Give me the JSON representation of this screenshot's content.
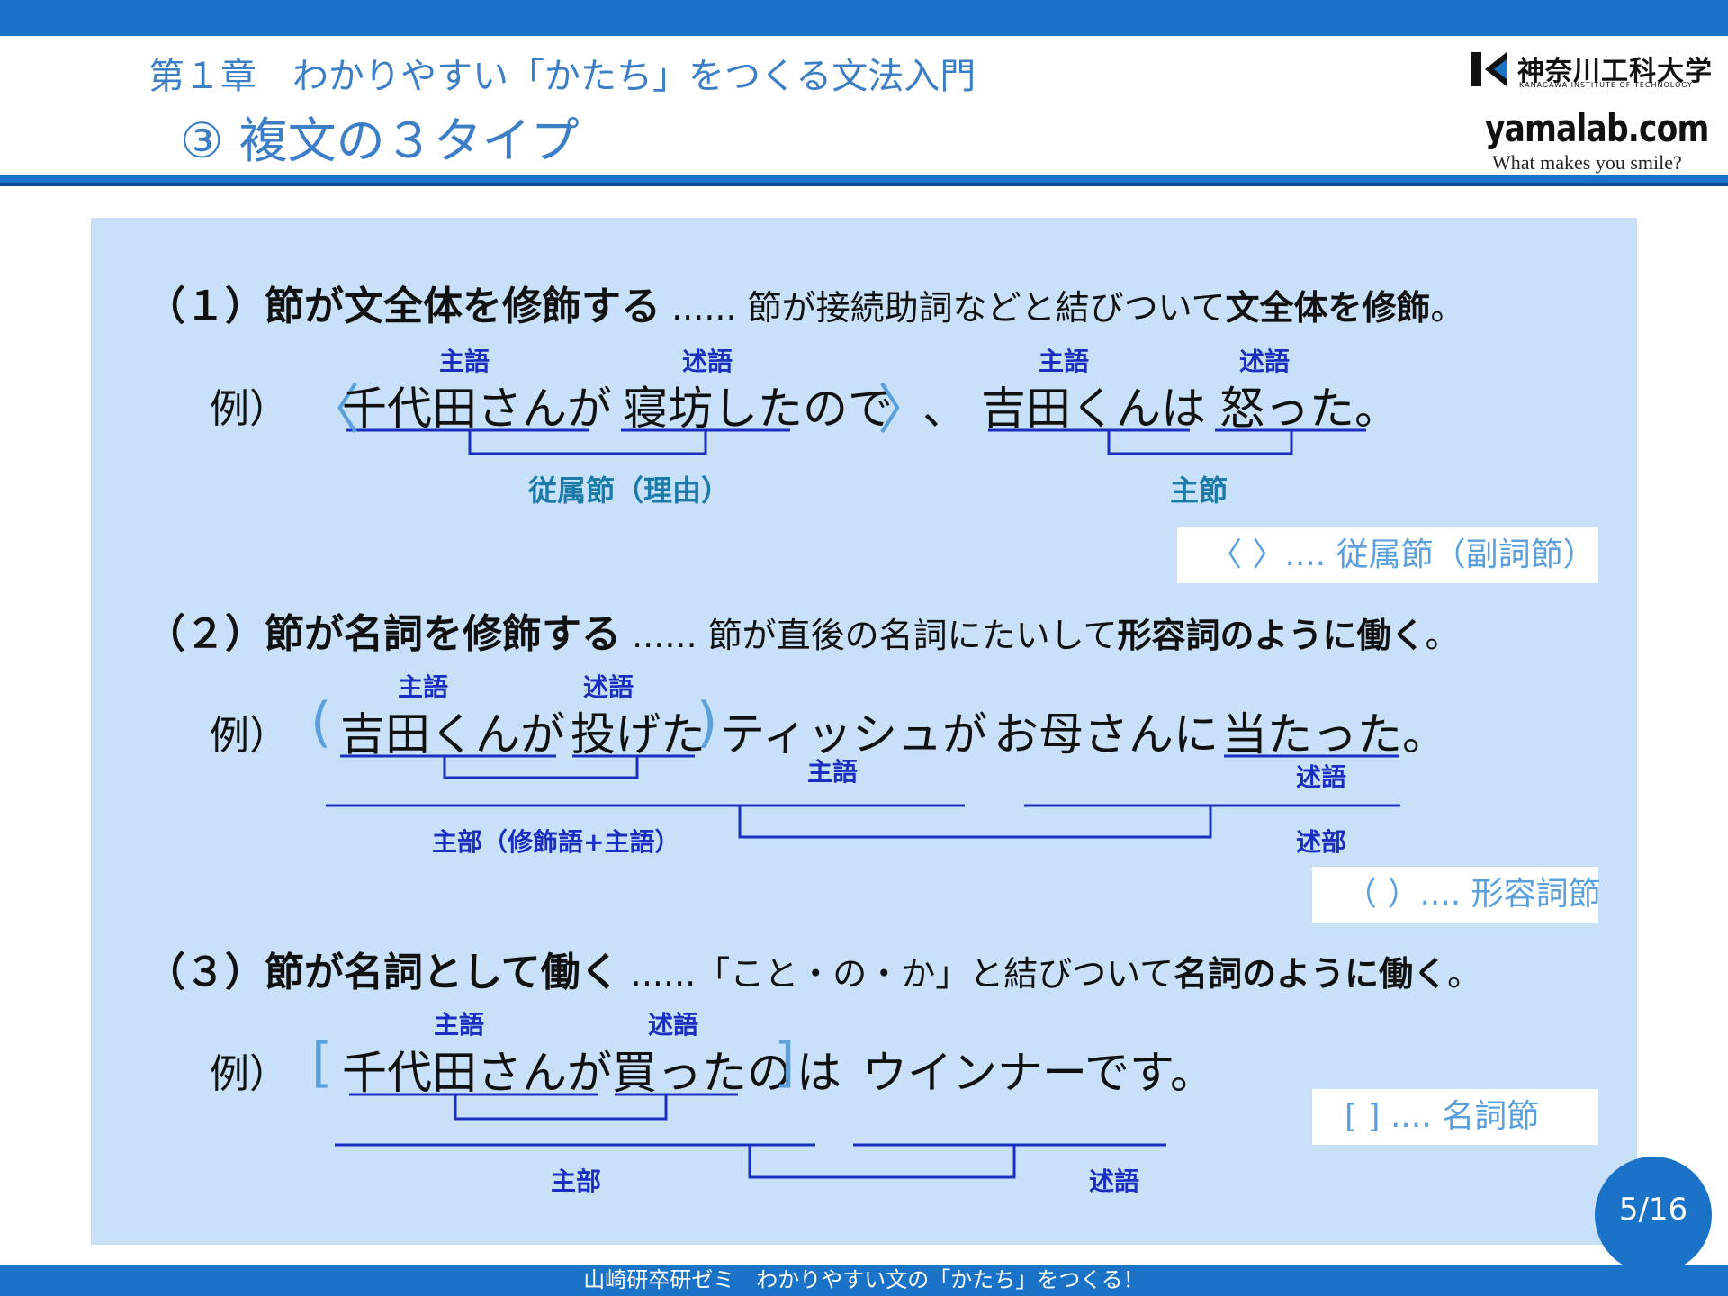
{
  "header": {
    "chapter": "第１章　わかりやすい「かたち」をつくる文法入門",
    "subtitle": "③ 複文の３タイプ",
    "logo_text": "神奈川工科大学",
    "logo_sub": "KANAGAWA INSTITUTE OF TECHNOLOGY",
    "site": "yamalab.com",
    "tagline": "What makes you smile?"
  },
  "section1": {
    "title": "（１）節が文全体を修飾する",
    "desc_plain": " ...... 節が接続助詞などと結びついて",
    "desc_bold": "文全体を修飾",
    "desc_end": "。",
    "example": "例）",
    "bracket_open": "〈",
    "bracket_close": "〉",
    "w1": "千代田さんが",
    "w2": "寝坊したので",
    "comma": "、",
    "w3": "吉田くんは",
    "w4": "怒った。",
    "subj": "主語",
    "pred": "述語",
    "clause_sub": "従属節（理由）",
    "clause_main": "主節",
    "legend": "〈 〉.... 従属節（副詞節）"
  },
  "section2": {
    "title": "（２）節が名詞を修飾する",
    "desc_plain": " ...... 節が直後の名詞にたいして",
    "desc_bold": "形容詞のように働く",
    "desc_end": "。",
    "example": "例）",
    "bracket_open": "(",
    "bracket_close": ")",
    "w1": "吉田くんが",
    "w2": "投げた",
    "w3": "ティッシュが",
    "w4": "お母さんに",
    "w5": "当たった。",
    "subj": "主語",
    "pred": "述語",
    "subj2": "主語",
    "pred2": "述語",
    "part_subj": "主部（修飾語+主語）",
    "part_pred": "述部",
    "legend": "（ ）.... 形容詞節"
  },
  "section3": {
    "title": "（３）節が名詞として働く",
    "desc_plain": " ......「こと・の・か」と結びついて",
    "desc_bold": "名詞のように働く",
    "desc_end": "。",
    "example": "例）",
    "bracket_open": "[",
    "bracket_close": "]",
    "w1": "千代田さんが",
    "w2": "買ったの",
    "w3": "は",
    "w4": "ウインナーです。",
    "subj": "主語",
    "pred": "述語",
    "part_subj": "主部",
    "part_pred": "述語",
    "legend": "[ ] .... 名詞節"
  },
  "footer": {
    "text": "山崎研卒研ゼミ　わかりやすい文の「かたち」をつくる！",
    "page": "5/16"
  },
  "colors": {
    "brand_blue": "#1a73c7",
    "panel": "#c8e1f8",
    "label_blue": "#1a2fc0",
    "teal": "#1b7aa8",
    "bracket": "#5aa0dc"
  }
}
